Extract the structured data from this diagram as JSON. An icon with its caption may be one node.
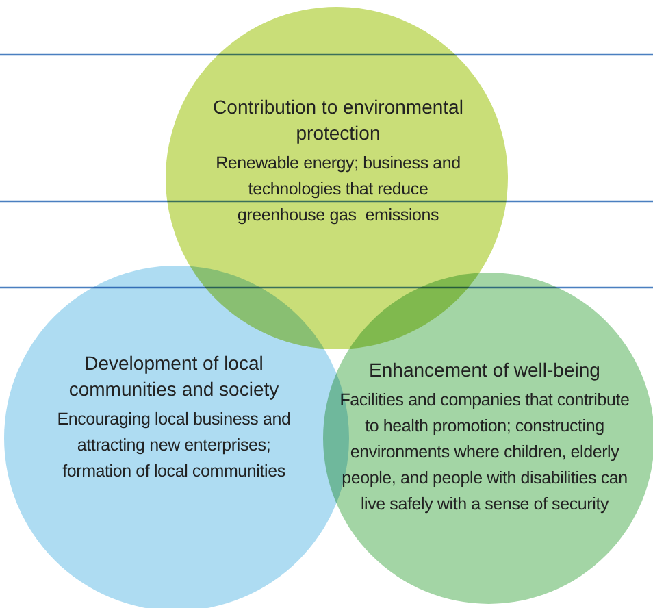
{
  "diagram": {
    "nodes": [
      {
        "text": [
          "Contribution to environmental protection",
          "Renewable energy; business and technologies that reduce greenhouse gas  emissions"
        ]
      },
      {
        "text": [
          "Development of local communities and society",
          "Encouraging local business and attracting new enterprises; formation of local communities"
        ]
      },
      {
        "text": [
          "Enhancement of well-being",
          "Facilities and companies that contribute to health promotion; constructing environments where children, elderly people, and people with disabilities can live safely with a sense of security"
        ]
      }
    ]
  }
}
